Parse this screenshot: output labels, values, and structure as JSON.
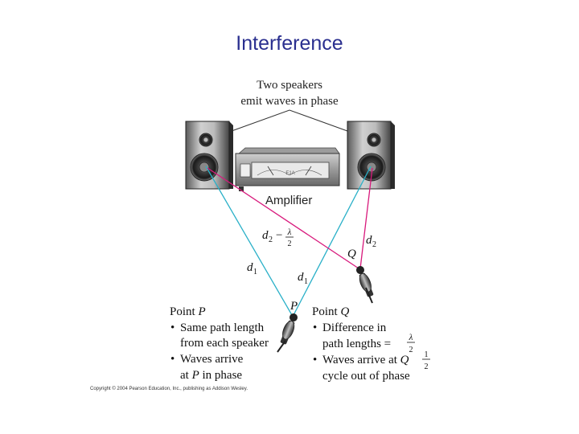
{
  "slide": {
    "title": "Interference"
  },
  "diagram": {
    "caption_line1": "Two speakers",
    "caption_line2": "emit waves in phase",
    "amplifier_label": "Amplifier",
    "meter_text": "E1A",
    "label_d2": "d",
    "label_d2_sub": "2",
    "label_d2_minus": "d",
    "label_d2_minus_sub": "2",
    "label_minus": "−",
    "label_lambda": "λ",
    "label_two": "2",
    "label_d1_left": "d",
    "label_d1_left_sub": "1",
    "label_d1_right": "d",
    "label_d1_right_sub": "1",
    "label_P": "P",
    "label_Q": "Q",
    "colors": {
      "cyan_path": "#2ab0c8",
      "magenta_path": "#d8197c",
      "title": "#2a2f8f"
    }
  },
  "point_p": {
    "heading_prefix": "Point ",
    "heading_var": "P",
    "bullet1_line1": "Same path length",
    "bullet1_line2": "from each speaker",
    "bullet2_line1": "Waves arrive",
    "bullet2_line2_prefix": "at ",
    "bullet2_line2_var": "P",
    "bullet2_line2_suffix": " in phase"
  },
  "point_q": {
    "heading_prefix": "Point ",
    "heading_var": "Q",
    "bullet1_line1": "Difference in",
    "bullet1_line2": "path lengths =",
    "frac1_num": "λ",
    "frac1_den": "2",
    "bullet2_line1_prefix": "Waves arrive at ",
    "bullet2_line1_var": "Q",
    "frac2_num": "1",
    "frac2_den": "2",
    "bullet2_line2": "cycle out of phase"
  },
  "footer": {
    "copyright": "Copyright © 2004 Pearson Education, Inc., publishing as Addison Wesley."
  }
}
